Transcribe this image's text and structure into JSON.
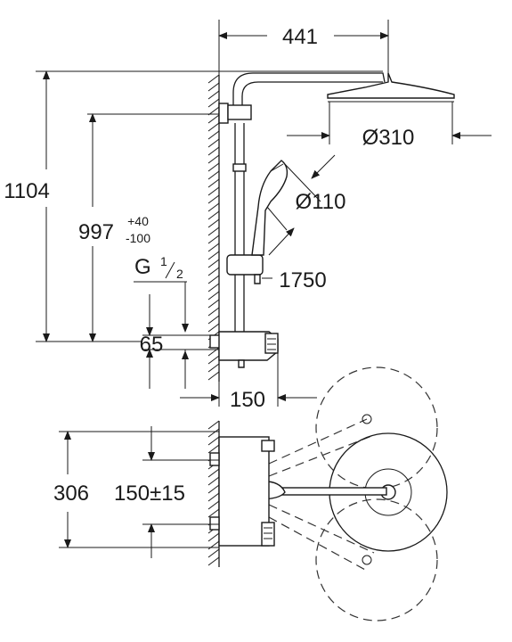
{
  "dimensions": {
    "arm_length": "441",
    "head_diameter": "Ø310",
    "hand_diameter": "Ø110",
    "overall_height": "1104",
    "mid_height": "997",
    "mid_height_tol_plus": "+40",
    "mid_height_tol_minus": "-100",
    "thread": "G",
    "thread_num": "1",
    "thread_den": "2",
    "rail_height": "1750",
    "inlet_spacing": "65",
    "projection": "150",
    "total_width": "306",
    "inlet_distance": "150±15"
  }
}
